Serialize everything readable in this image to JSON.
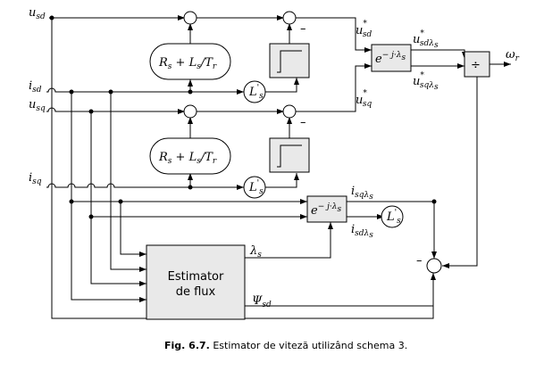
{
  "inputs": {
    "usd": {
      "main": "u",
      "sub": "sd"
    },
    "isd": {
      "main": "i",
      "sub": "sd"
    },
    "usq": {
      "main": "u",
      "sub": "sq"
    },
    "isq": {
      "main": "i",
      "sub": "sq"
    }
  },
  "blocks": {
    "resistance": {
      "text": "R",
      "s1": "s",
      "plus": " + L",
      "s2": "s",
      "tr": "/T",
      "s3": "r"
    },
    "inductance": {
      "main": "L",
      "sub": "s",
      "prime": "'"
    },
    "rot_top": {
      "e": "e",
      "exp": "− j·λ",
      "sub": "s"
    },
    "rot_mid": {
      "e": "e",
      "exp": "− j·λ",
      "sub": "s"
    },
    "divide_symbol": "÷",
    "estimator_line1": "Estimator",
    "estimator_line2": "de flux"
  },
  "signals": {
    "usd_star": {
      "main": "u",
      "sup": "*",
      "sub": "sd"
    },
    "usq_star": {
      "main": "u",
      "sup": "*",
      "sub": "sq"
    },
    "usd_lambda": {
      "main": "u",
      "sup": "*",
      "sub": "sdλ",
      "subsub": "s"
    },
    "usq_lambda": {
      "main": "u",
      "sup": "*",
      "sub": "sqλ",
      "subsub": "s"
    },
    "isq_lambda": {
      "main": "i",
      "sub": "sqλ",
      "subsub": "s"
    },
    "isd_lambda": {
      "main": "i",
      "sub": "sdλ",
      "subsub": "s"
    },
    "lambda_s": {
      "main": "λ",
      "sub": "s"
    },
    "psi_sd": {
      "main": "Ψ",
      "sub": "sd"
    },
    "omega_r": {
      "main": "ω",
      "sub": "r"
    },
    "minus": "–"
  },
  "caption": {
    "label": "Fig. 6.7.",
    "text": " Estimator de viteză utilizând schema 3."
  }
}
